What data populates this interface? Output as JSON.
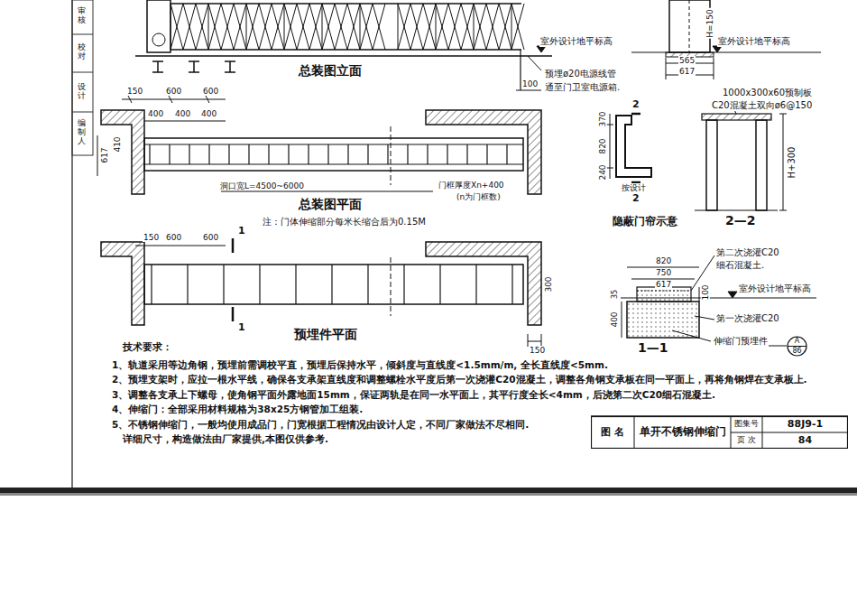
{
  "diagram": {
    "nodes": [
      {
        "text": [
          "A",
          "86"
        ]
      },
      {
        "text": [
          "图 名",
          "单开不锈钢伸缩门",
          "图集号",
          "88J9-1",
          "页 次",
          "84"
        ]
      }
    ],
    "labels": [
      "H=150",
      "室外设计地平标高",
      "室外设计地平标高",
      "总装图立面",
      "预埋ø20电源线管",
      "通至门卫室电源箱.",
      "100",
      "565",
      "617",
      "1000x300x60预制板",
      "C20混凝土双向ø6@150",
      "150",
      "600",
      "600",
      "400",
      "400",
      "400",
      "617",
      "410",
      "洞口宽L=4500~6000",
      "门框厚度Xn+400",
      "(n为门框数)",
      "总装图平面",
      "注：门体伸缩部分每米长缩合后为0.15M",
      "2",
      "370",
      "820",
      "240",
      "按设计",
      "2",
      "隐蔽门帘示意",
      "H+300",
      "2—2",
      "150",
      "600",
      "600",
      "1",
      "300",
      "1",
      "预埋件平面",
      "150",
      "第二次浇灌C20",
      "细石混凝土.",
      "820",
      "750",
      "617",
      "100",
      "室外设计地平标高",
      "35",
      "400",
      "第一次浇灌C20",
      "伸缩门预埋件",
      "1—1",
      "技术要求：",
      "1、轨道采用等边角钢，预埋前需调校平直，预埋后保持水平，倾斜度与直线度<1.5mm/m, 全长直线度<5mm.",
      "2、预埋支架时，应拉一根水平线，确保各支承架直线度和调整螺栓水平度后第一次浇灌C20混凝土，调整各角钢支承板在同一平面上，再将角钢焊在支承板上.",
      "3、调整各支承上下螺母，使角钢平面外露地面15mm，保证两轨是在同一水平面上，其平行度全长<4mm，后浇第二次C20细石混凝土.",
      "4、伸缩门：全部采用材料规格为38x25方钢管加工组装.",
      "5、不锈钢伸缩门，一般均使用成品门，门宽根据工程情况由设计人定，不同厂家做法不尽相同.",
      "详细尺寸，构造做法由厂家提供,本图仅供参考.",
      "审核",
      "校对",
      "设计",
      "编制人"
    ]
  }
}
